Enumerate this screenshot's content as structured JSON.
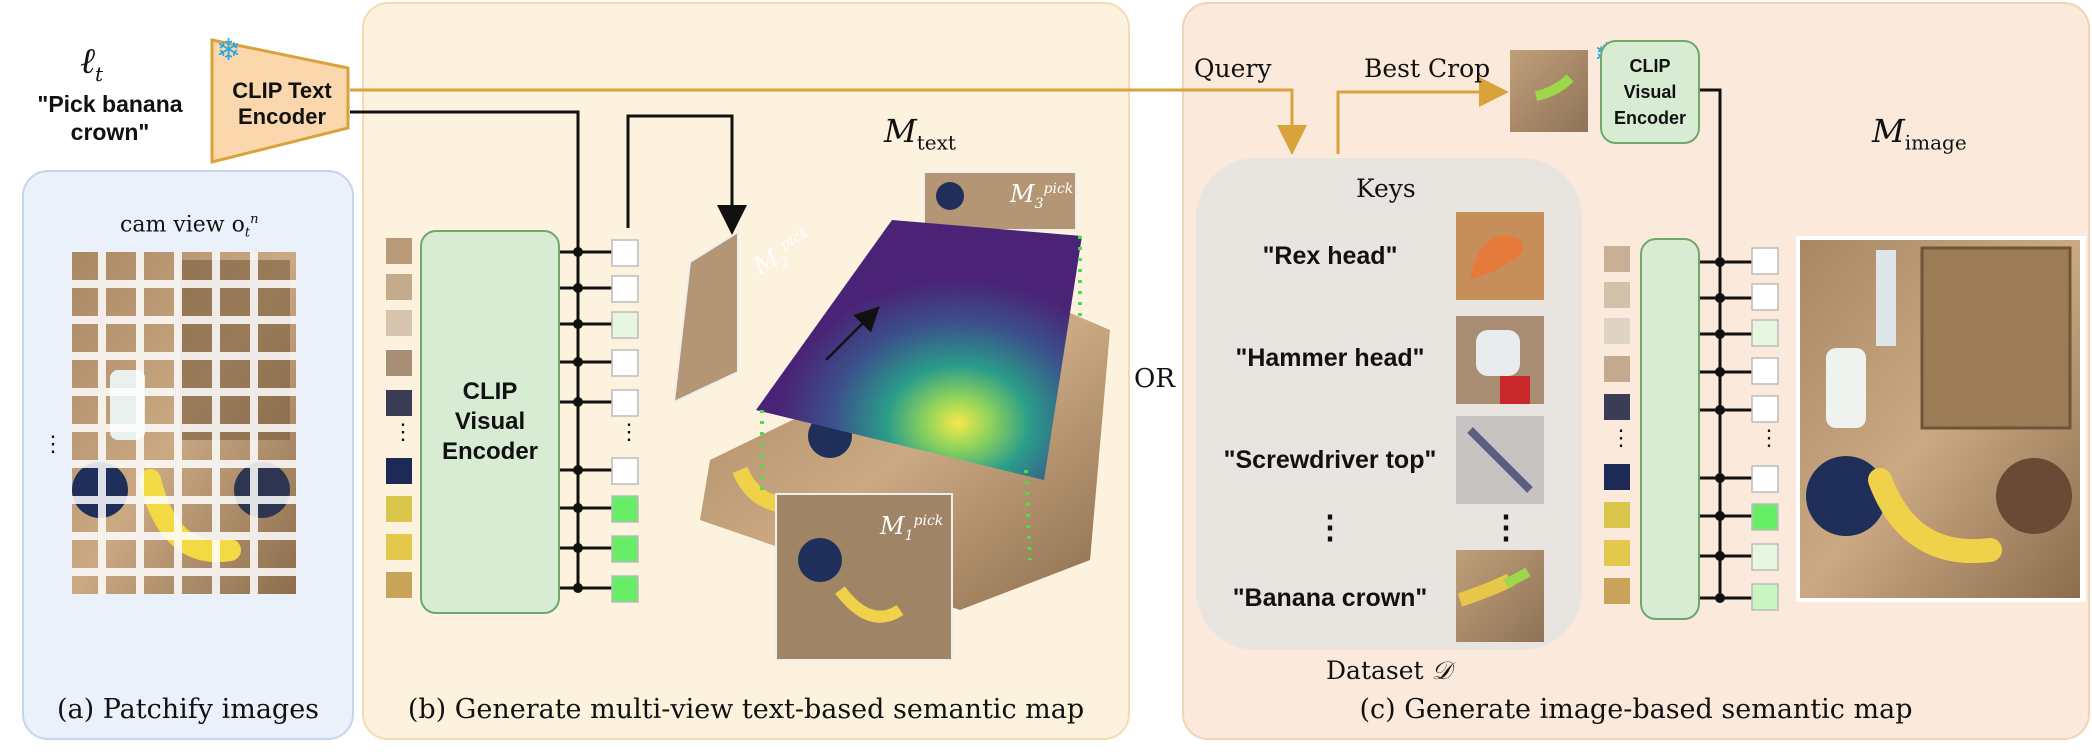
{
  "instruction": {
    "symbol": "ℓ",
    "subscript": "t",
    "text": "\"Pick banana crown\""
  },
  "text_encoder": {
    "label": "CLIP Text Encoder"
  },
  "panel_a": {
    "caption": "(a) Patchify images",
    "view_label": "cam view o",
    "view_sub": "t",
    "view_sup": "n",
    "ellipsis": "⋮"
  },
  "panel_b": {
    "caption": "(b) Generate multi-view text-based semantic map",
    "encoder_label": "CLIP Visual Encoder",
    "map_label": "M",
    "map_sub": "text",
    "view_maps": [
      {
        "base": "M",
        "sub": "1",
        "sup": "pick"
      },
      {
        "base": "M",
        "sub": "2",
        "sup": "pick"
      },
      {
        "base": "M",
        "sub": "3",
        "sup": "pick"
      }
    ]
  },
  "or_label": "OR",
  "panel_c": {
    "caption": "(c) Generate image-based semantic map",
    "query_label": "Query",
    "best_crop_label": "Best Crop",
    "keys_title": "Keys",
    "dataset_label": "Dataset",
    "dataset_symbol": "𝒟",
    "encoder_label": "CLIP Visual Encoder",
    "map_label": "M",
    "map_sub": "image",
    "keys": [
      "\"Rex head\"",
      "\"Hammer head\"",
      "\"Screwdriver top\"",
      "⋮",
      "\"Banana crown\""
    ]
  },
  "colors": {
    "orange": "#d9a23a",
    "green_bright": "#66ee66",
    "green_light": "#c9f5c2",
    "green_pale": "#e7f7df"
  }
}
